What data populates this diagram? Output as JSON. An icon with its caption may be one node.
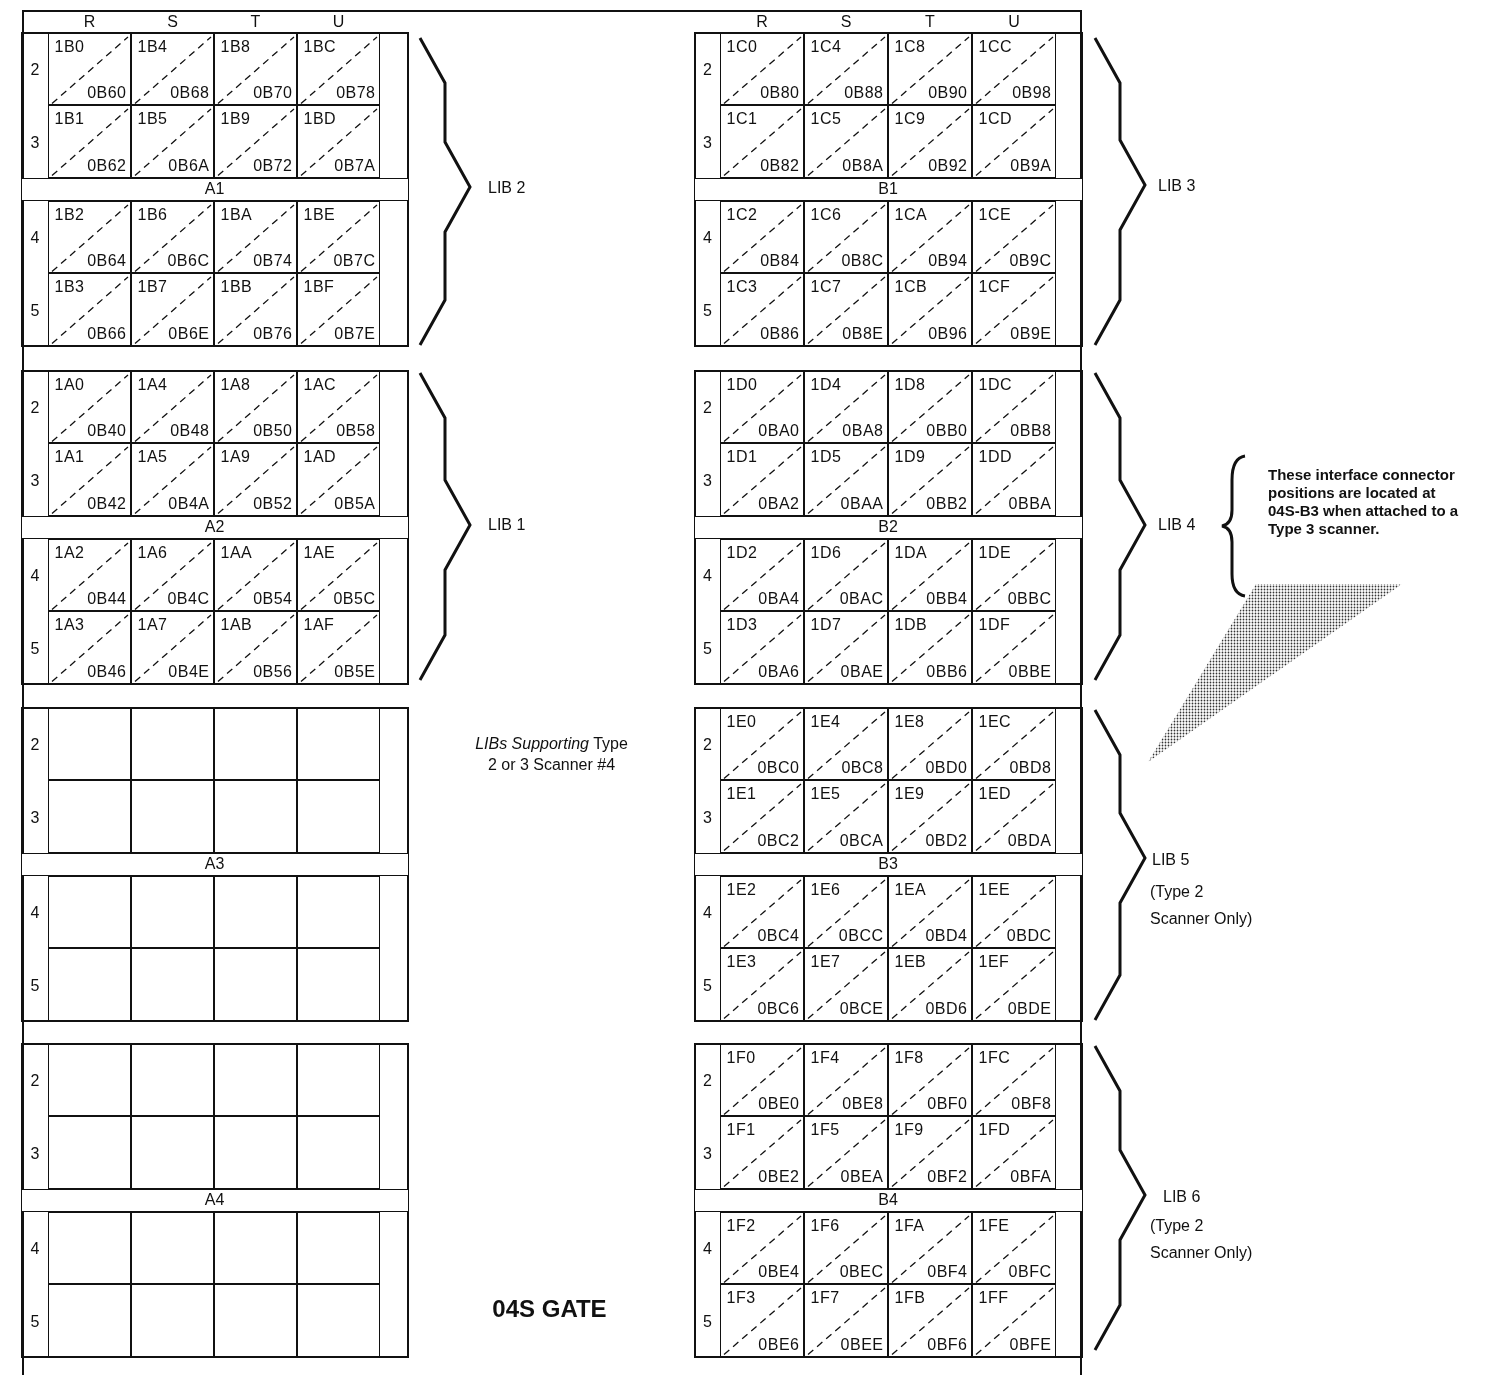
{
  "diagram": {
    "nodes": [
      {
        "text": [
          "*LIBs Supporting* Type 2 or 3 Scanner #4",
          "04S GATE"
        ]
      },
      {
        "text": [
          "1B0",
          "0B60"
        ],
        "in": 0
      },
      {
        "text": [
          "1B4",
          "0B68"
        ],
        "in": 0
      },
      {
        "text": [
          "1B8",
          "0B70"
        ],
        "in": 0
      },
      {
        "text": [
          "1BC",
          "0B78"
        ],
        "in": 0
      },
      {
        "text": [
          "1B1",
          "0B62"
        ],
        "in": 0
      },
      {
        "text": [
          "1B5",
          "0B6A"
        ],
        "in": 0
      },
      {
        "text": [
          "1B9",
          "0B72"
        ],
        "in": 0
      },
      {
        "text": [
          "1BD",
          "0B7A"
        ],
        "in": 0
      },
      {
        "text": [
          "A1"
        ],
        "in": 0
      },
      {
        "text": [
          "1B2",
          "0B64"
        ],
        "in": 0
      },
      {
        "text": [
          "1B6",
          "0B6C"
        ],
        "in": 0
      },
      {
        "text": [
          "1BA",
          "0B74"
        ],
        "in": 0
      },
      {
        "text": [
          "1BE",
          "0B7C"
        ],
        "in": 0
      },
      {
        "text": [
          "1B3",
          "0B66"
        ],
        "in": 0
      },
      {
        "text": [
          "1B7",
          "0B6E"
        ],
        "in": 0
      },
      {
        "text": [
          "1BB",
          "0B76"
        ],
        "in": 0
      },
      {
        "text": [
          "1BF",
          "0B7E"
        ],
        "in": 0
      },
      {
        "text": [
          "1C0",
          "0B80"
        ],
        "in": 0
      },
      {
        "text": [
          "1C4",
          "0B88"
        ],
        "in": 0
      },
      {
        "text": [
          "1C8",
          "0B90"
        ],
        "in": 0
      },
      {
        "text": [
          "1CC",
          "0B98"
        ],
        "in": 0
      },
      {
        "text": [
          "1C1",
          "0B82"
        ],
        "in": 0
      },
      {
        "text": [
          "1C5",
          "0B8A"
        ],
        "in": 0
      },
      {
        "text": [
          "1C9",
          "0B92"
        ],
        "in": 0
      },
      {
        "text": [
          "1CD",
          "0B9A"
        ],
        "in": 0
      },
      {
        "text": [
          "B1"
        ],
        "in": 0
      },
      {
        "text": [
          "1C2",
          "0B84"
        ],
        "in": 0
      },
      {
        "text": [
          "1C6",
          "0B8C"
        ],
        "in": 0
      },
      {
        "text": [
          "1CA",
          "0B94"
        ],
        "in": 0
      },
      {
        "text": [
          "1CE",
          "0B9C"
        ],
        "in": 0
      },
      {
        "text": [
          "1C3",
          "0B86"
        ],
        "in": 0
      },
      {
        "text": [
          "1C7",
          "0B8E"
        ],
        "in": 0
      },
      {
        "text": [
          "1CB",
          "0B96"
        ],
        "in": 0
      },
      {
        "text": [
          "1CF",
          "0B9E"
        ],
        "in": 0
      },
      {
        "text": [
          "1A0",
          "0B40"
        ],
        "in": 0
      },
      {
        "text": [
          "1A4",
          "0B48"
        ],
        "in": 0
      },
      {
        "text": [
          "1A8",
          "0B50"
        ],
        "in": 0
      },
      {
        "text": [
          "1AC",
          "0B58"
        ],
        "in": 0
      },
      {
        "text": [
          "1A1",
          "0B42"
        ],
        "in": 0
      },
      {
        "text": [
          "1A5",
          "0B4A"
        ],
        "in": 0
      },
      {
        "text": [
          "1A9",
          "0B52"
        ],
        "in": 0
      },
      {
        "text": [
          "1AD",
          "0B5A"
        ],
        "in": 0
      },
      {
        "text": [
          "A2"
        ],
        "in": 0
      },
      {
        "text": [
          "1A2",
          "0B44"
        ],
        "in": 0
      },
      {
        "text": [
          "1A6",
          "0B4C"
        ],
        "in": 0
      },
      {
        "text": [
          "1AA",
          "0B54"
        ],
        "in": 0
      },
      {
        "text": [
          "1AE",
          "0B5C"
        ],
        "in": 0
      },
      {
        "text": [
          "1A3",
          "0B46"
        ],
        "in": 0
      },
      {
        "text": [
          "1A7",
          "0B4E"
        ],
        "in": 0
      },
      {
        "text": [
          "1AB",
          "0B56"
        ],
        "in": 0
      },
      {
        "text": [
          "1AF",
          "0B5E"
        ],
        "in": 0
      },
      {
        "text": [
          "1D0",
          "0BA0"
        ],
        "in": 0
      },
      {
        "text": [
          "1D4",
          "0BA8"
        ],
        "in": 0
      },
      {
        "text": [
          "1D8",
          "0BB0"
        ],
        "in": 0
      },
      {
        "text": [
          "1DC",
          "0BB8"
        ],
        "in": 0
      },
      {
        "text": [
          "1D1",
          "0BA2"
        ],
        "in": 0
      },
      {
        "text": [
          "1D5",
          "0BAA"
        ],
        "in": 0
      },
      {
        "text": [
          "1D9",
          "0BB2"
        ],
        "in": 0
      },
      {
        "text": [
          "1DD",
          "0BBA"
        ],
        "in": 0
      },
      {
        "text": [
          "B2"
        ],
        "in": 0
      },
      {
        "text": [
          "1D2",
          "0BA4"
        ],
        "in": 0
      },
      {
        "text": [
          "1D6",
          "0BAC"
        ],
        "in": 0
      },
      {
        "text": [
          "1DA",
          "0BB4"
        ],
        "in": 0
      },
      {
        "text": [
          "1DE",
          "0BBC"
        ],
        "in": 0
      },
      {
        "text": [
          "1D3",
          "0BA6"
        ],
        "in": 0
      },
      {
        "text": [
          "1D7",
          "0BAE"
        ],
        "in": 0
      },
      {
        "text": [
          "1DB",
          "0BB6"
        ],
        "in": 0
      },
      {
        "text": [
          "1DF",
          "0BBE"
        ],
        "in": 0
      },
      {
        "text": [],
        "shape": "box",
        "in": 0
      },
      {
        "text": [],
        "shape": "box",
        "in": 0
      },
      {
        "text": [],
        "shape": "box",
        "in": 0
      },
      {
        "text": [],
        "shape": "box",
        "in": 0
      },
      {
        "text": [],
        "shape": "box",
        "in": 0
      },
      {
        "text": [],
        "shape": "box",
        "in": 0
      },
      {
        "text": [],
        "shape": "box",
        "in": 0
      },
      {
        "text": [],
        "shape": "box",
        "in": 0
      },
      {
        "text": [
          "A3"
        ],
        "in": 0
      },
      {
        "text": [],
        "shape": "box",
        "in": 0
      },
      {
        "text": [],
        "shape": "box",
        "in": 0
      },
      {
        "text": [],
        "shape": "box",
        "in": 0
      },
      {
        "text": [],
        "shape": "box",
        "in": 0
      },
      {
        "text": [],
        "shape": "box",
        "in": 0
      },
      {
        "text": [],
        "shape": "box",
        "in": 0
      },
      {
        "text": [],
        "shape": "box",
        "in": 0
      },
      {
        "text": [],
        "shape": "box",
        "in": 0
      },
      {
        "text": [
          "1E0",
          "0BC0"
        ],
        "in": 0
      },
      {
        "text": [
          "1E4",
          "0BC8"
        ],
        "in": 0
      },
      {
        "text": [
          "1E8",
          "0BD0"
        ],
        "in": 0
      },
      {
        "text": [
          "1EC",
          "0BD8"
        ],
        "in": 0
      },
      {
        "text": [
          "1E1",
          "0BC2"
        ],
        "in": 0
      },
      {
        "text": [
          "1E5",
          "0BCA"
        ],
        "in": 0
      },
      {
        "text": [
          "1E9",
          "0BD2"
        ],
        "in": 0
      },
      {
        "text": [
          "1ED",
          "0BDA"
        ],
        "in": 0
      },
      {
        "text": [
          "B3"
        ],
        "in": 0
      },
      {
        "text": [
          "1E2",
          "0BC4"
        ],
        "in": 0
      },
      {
        "text": [
          "1E6",
          "0BCC"
        ],
        "in": 0
      },
      {
        "text": [
          "1EA",
          "0BD4"
        ],
        "in": 0
      },
      {
        "text": [
          "1EE",
          "0BDC"
        ],
        "in": 0
      },
      {
        "text": [
          "1E3",
          "0BC6"
        ],
        "in": 0
      },
      {
        "text": [
          "1E7",
          "0BCE"
        ],
        "in": 0
      },
      {
        "text": [
          "1EB",
          "0BD6"
        ],
        "in": 0
      },
      {
        "text": [
          "1EF",
          "0BDE"
        ],
        "in": 0
      },
      {
        "text": [],
        "shape": "box",
        "in": 0
      },
      {
        "text": [],
        "shape": "box",
        "in": 0
      },
      {
        "text": [],
        "shape": "box",
        "in": 0
      },
      {
        "text": [],
        "shape": "box",
        "in": 0
      },
      {
        "text": [],
        "shape": "box",
        "in": 0
      },
      {
        "text": [],
        "shape": "box",
        "in": 0
      },
      {
        "text": [],
        "shape": "box",
        "in": 0
      },
      {
        "text": [],
        "shape": "box",
        "in": 0
      },
      {
        "text": [
          "A4"
        ],
        "in": 0
      },
      {
        "text": [],
        "shape": "box",
        "in": 0
      },
      {
        "text": [],
        "shape": "box",
        "in": 0
      },
      {
        "text": [],
        "shape": "box",
        "in": 0
      },
      {
        "text": [],
        "shape": "box",
        "in": 0
      },
      {
        "text": [],
        "shape": "box",
        "in": 0
      },
      {
        "text": [],
        "shape": "box",
        "in": 0
      },
      {
        "text": [],
        "shape": "box",
        "in": 0
      },
      {
        "text": [],
        "shape": "box",
        "in": 0
      },
      {
        "text": [
          "1F0",
          "0BE0"
        ],
        "in": 0
      },
      {
        "text": [
          "1F4",
          "0BE8"
        ],
        "in": 0
      },
      {
        "text": [
          "1F8",
          "0BF0"
        ],
        "in": 0
      },
      {
        "text": [
          "1FC",
          "0BF8"
        ],
        "in": 0
      },
      {
        "text": [
          "1F1",
          "0BE2"
        ],
        "in": 0
      },
      {
        "text": [
          "1F5",
          "0BEA"
        ],
        "in": 0
      },
      {
        "text": [
          "1F9",
          "0BF2"
        ],
        "in": 0
      },
      {
        "text": [
          "1FD",
          "0BFA"
        ],
        "in": 0
      },
      {
        "text": [
          "B4"
        ],
        "in": 0
      },
      {
        "text": [
          "1F2",
          "0BE4"
        ],
        "in": 0
      },
      {
        "text": [
          "1F6",
          "0BEC"
        ],
        "in": 0
      },
      {
        "text": [
          "1FA",
          "0BF4"
        ],
        "in": 0
      },
      {
        "text": [
          "1FE",
          "0BFC"
        ],
        "in": 0
      },
      {
        "text": [
          "1F3",
          "0BE6"
        ],
        "in": 0
      },
      {
        "text": [
          "1F7",
          "0BEE"
        ],
        "in": 0
      },
      {
        "text": [
          "1FB",
          "0BF6"
        ],
        "in": 0
      },
      {
        "text": [
          "1FF",
          "0BFE"
        ],
        "in": 0
      }
    ],
    "labels": [
      "R",
      "S",
      "T",
      "U",
      "R",
      "S",
      "T",
      "U",
      "2",
      "3",
      "4",
      "5",
      "2",
      "3",
      "4",
      "5",
      "2",
      "3",
      "4",
      "5",
      "2",
      "3",
      "4",
      "5",
      "2",
      "3",
      "4",
      "5",
      "2",
      "3",
      "4",
      "5",
      "2",
      "3",
      "4",
      "5",
      "2",
      "3",
      "4",
      "5",
      "LIB 2",
      "LIB 3",
      "LIB 1",
      "LIB 4",
      "These interface connector positions are located at 04S-B3 when attached to a Type 3 scanner.",
      "LIB 5",
      "(Type 2 Scanner Only)",
      "LIB 6",
      "(Type 2 Scanner Only)"
    ]
  }
}
